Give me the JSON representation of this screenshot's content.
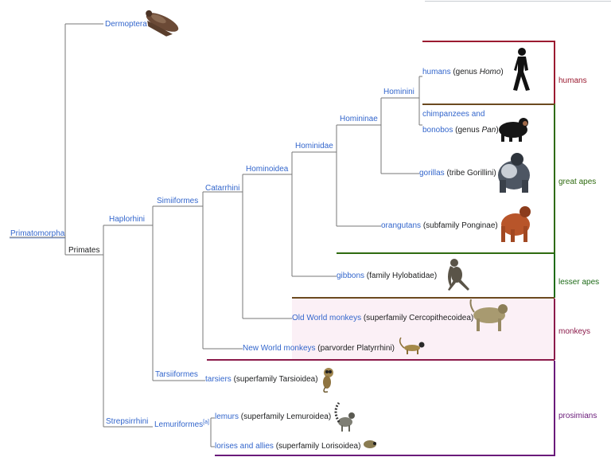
{
  "colors": {
    "link": "#3366cc",
    "text": "#202122",
    "tree_line": "#777777",
    "humans": "#9b1b30",
    "great_apes": "#2f6b10",
    "lesser_apes": "#1e6b18",
    "monkeys": "#8b1a4a",
    "prosimians": "#6a1b7a",
    "divider_brown": "#6b4a20",
    "monkey_bg": "#fbf0f6"
  },
  "nodes": {
    "primatomorpha": "Primatomorpha",
    "dermoptera": "Dermoptera",
    "primates": "Primates",
    "haplorhini": "Haplorhini",
    "simiiformes": "Simiiformes",
    "catarrhini": "Catarrhini",
    "hominoidea": "Hominoidea",
    "hominidae": "Hominidae",
    "homininae": "Homininae",
    "hominini": "Hominini",
    "tarsiiformes": "Tarsiiformes",
    "strepsirrhini": "Strepsirrhini",
    "lemuriformes": "Lemuriformes",
    "lemuriformes_note": "[a]"
  },
  "leaves": {
    "humans": {
      "link": "humans",
      "pre": " (genus ",
      "italic": "Homo",
      "post": ")"
    },
    "chimps_line1": "chimpanzees and",
    "chimps": {
      "link": "bonobos",
      "pre": " (genus ",
      "italic": "Pan",
      "post": ")"
    },
    "gorillas": {
      "link": "gorillas",
      "rest": " (tribe Gorillini)"
    },
    "orangutans": {
      "link": "orangutans",
      "rest": " (subfamily Ponginae)"
    },
    "gibbons": {
      "link": "gibbons",
      "rest": " (family Hylobatidae)"
    },
    "old_world": {
      "link": "Old World monkeys",
      "rest": " (superfamily Cercopithecoidea)"
    },
    "new_world": {
      "link": "New World monkeys",
      "rest": " (parvorder Platyrrhini)"
    },
    "tarsiers": {
      "link": "tarsiers",
      "rest": " (superfamily Tarsioidea)"
    },
    "lemurs": {
      "link": "lemurs",
      "rest": " (superfamily Lemuroidea)"
    },
    "lorises": {
      "link": "lorises and allies",
      "rest": " (superfamily Lorisoidea)"
    }
  },
  "groups": {
    "humans": "humans",
    "great_apes": "great apes",
    "lesser_apes": "lesser apes",
    "monkeys": "monkeys",
    "prosimians": "prosimians"
  },
  "illustrations": [
    "colugo-illustration",
    "human-silhouette",
    "chimpanzee-illustration",
    "gorilla-illustration",
    "orangutan-illustration",
    "gibbon-illustration",
    "baboon-illustration",
    "new-world-monkey-illustration",
    "tarsier-illustration",
    "lemur-illustration",
    "loris-illustration"
  ]
}
